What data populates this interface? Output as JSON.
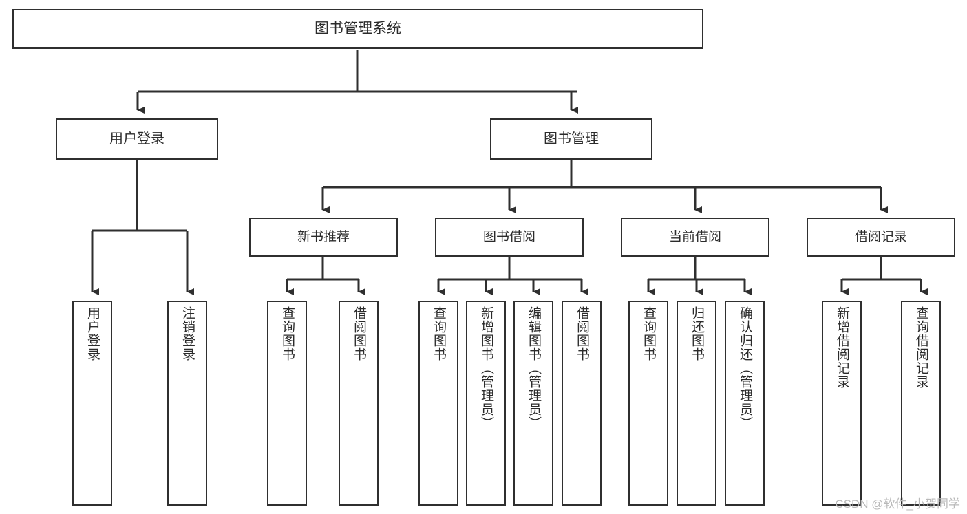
{
  "diagram": {
    "title": "图书管理系统",
    "type": "tree-hierarchy-chart",
    "root": {
      "label": "图书管理系统"
    },
    "level1": [
      {
        "label": "用户登录"
      },
      {
        "label": "图书管理"
      }
    ],
    "level2": [
      {
        "label": "新书推荐"
      },
      {
        "label": "图书借阅"
      },
      {
        "label": "当前借阅"
      },
      {
        "label": "借阅记录"
      }
    ],
    "leaves": {
      "user_login": [
        {
          "label": "用户登录"
        },
        {
          "label": "注销登录"
        }
      ],
      "new_book_recommend": [
        {
          "label": "查询图书"
        },
        {
          "label": "借阅图书"
        }
      ],
      "book_borrow": [
        {
          "label": "查询图书"
        },
        {
          "label": "新增图书（管理员）"
        },
        {
          "label": "编辑图书（管理员）"
        },
        {
          "label": "借阅图书"
        }
      ],
      "current_borrow": [
        {
          "label": "查询图书"
        },
        {
          "label": "归还图书"
        },
        {
          "label": "确认归还（管理员）"
        }
      ],
      "borrow_record": [
        {
          "label": "新增借阅记录"
        },
        {
          "label": "查询借阅记录"
        }
      ]
    }
  },
  "watermark": {
    "text": "CSDN @软件_小贺同学"
  },
  "colors": {
    "stroke": "#2f2f2f",
    "text": "#2b2b2b",
    "background": "#ffffff",
    "watermark": "#b9b9b9"
  }
}
